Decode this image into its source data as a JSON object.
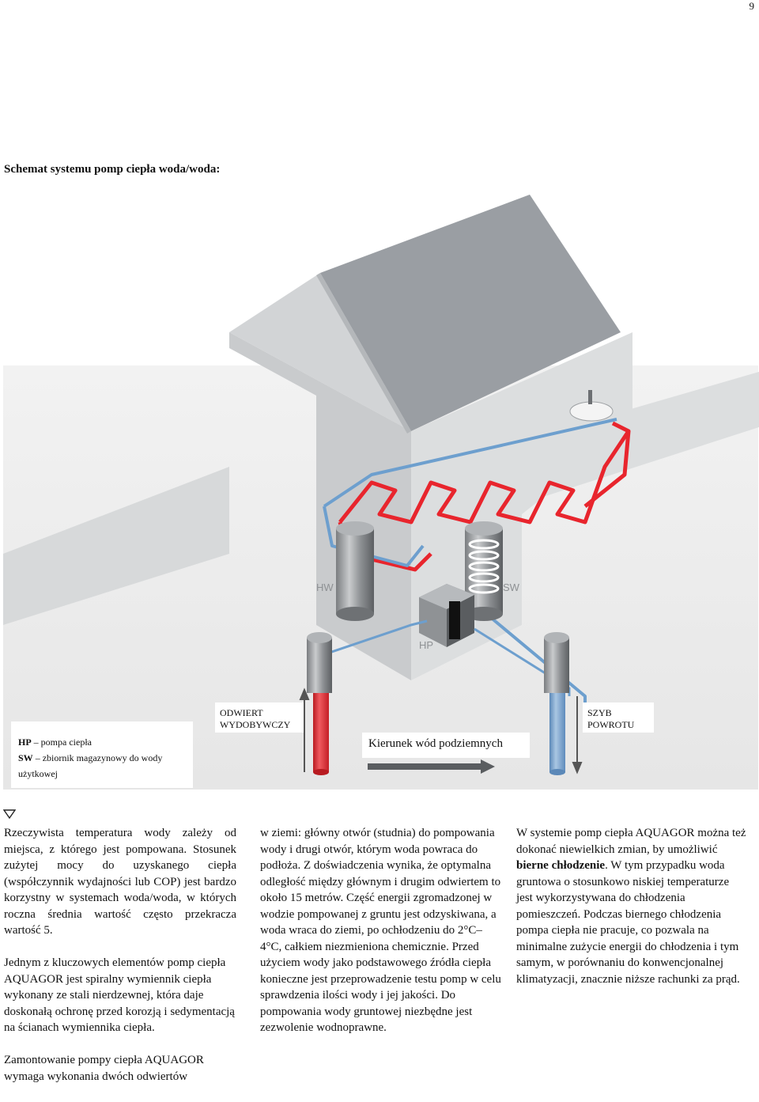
{
  "page_number": "9",
  "title": "Schemat systemu pomp ciepła woda/woda:",
  "diagram": {
    "hw_label": "HW",
    "sw_label": "SW",
    "hp_label": "HP",
    "well_extract_line1": "ODWIERT",
    "well_extract_line2": "WYDOBYWCZY",
    "well_return_line1": "SZYB",
    "well_return_line2": "POWROTU",
    "flow_direction": "Kierunek wód podziemnych",
    "colors": {
      "supply": "#e8252d",
      "return": "#6d9fce",
      "roof": "#9a9ea3",
      "walls": "#d6d8da"
    }
  },
  "legend": {
    "hp_abbr": "HP",
    "hp_text": "– pompa ciepła",
    "sw_abbr": "SW",
    "sw_text_1": "– zbiornik magazynowy do wody",
    "sw_text_2": "użytkowej"
  },
  "column1": {
    "p1": "Rzeczywista temperatura wody zależy od miejsca, z którego jest pompowana. Stosunek zużytej mocy do uzyskanego ciepła (współczynnik wydajności lub COP) jest bardzo korzystny w systemach woda/woda, w których roczna średnia wartość często przekracza wartość 5.",
    "p2": "Jednym z kluczowych elementów pomp ciepła AQUAGOR jest spiralny wymiennik ciepła wykonany ze stali nierdzewnej, która daje doskonałą ochronę przed korozją i sedymentacją na ścianach wymiennika ciepła.",
    "p3": "Zamontowanie pompy ciepła AQUAGOR wymaga wykonania dwóch odwiertów"
  },
  "column2": {
    "p1": "w ziemi: główny otwór (studnia) do pompowania wody i drugi otwór, którym woda powraca do podłoża. Z doświadczenia wynika, że optymalna odległość między głównym i drugim odwiertem to około 15 metrów. Część energii zgromadzonej w wodzie pompowanej z gruntu jest odzyskiwana, a woda wraca do ziemi, po ochłodzeniu do 2°C–4°C, całkiem niezmieniona chemicznie. Przed użyciem wody jako podstawowego źródła ciepła konieczne jest przeprowadzenie testu pomp w celu sprawdzenia ilości wody i jej jakości. Do pompowania wody gruntowej niezbędne jest zezwolenie wodnoprawne."
  },
  "column3": {
    "p1_a": "W systemie pomp ciepła AQUAGOR można też dokonać niewielkich zmian, by umożliwić ",
    "p1_bold": "bierne chłodzenie",
    "p1_b": ". W tym przypadku woda gruntowa o stosunkowo niskiej temperaturze jest wykorzystywana do chłodzenia pomieszczeń. Podczas biernego chłodzenia pompa ciepła nie pracuje, co pozwala na minimalne zużycie energii do chłodzenia i tym samym, w porównaniu do konwencjonalnej klimatyzacji, znacznie niższe rachunki za prąd."
  }
}
